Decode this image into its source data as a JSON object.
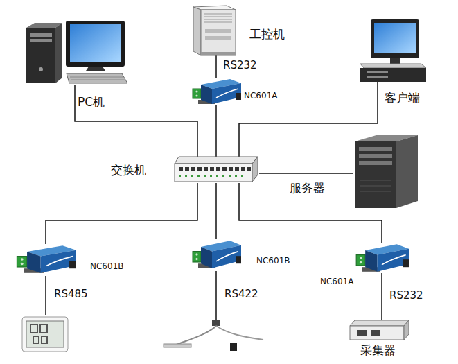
{
  "diagram": {
    "nodes": [
      {
        "text": [
          "PC机"
        ]
      },
      {
        "text": [
          "工控机"
        ]
      },
      {
        "text": [
          "NC601A"
        ]
      },
      {
        "text": [
          "客户端"
        ]
      },
      {
        "text": [
          "交换机"
        ]
      },
      {
        "text": [
          "服务器"
        ]
      },
      {
        "text": [
          "NC601B"
        ]
      },
      {
        "text": [
          "NC601B"
        ]
      },
      {
        "text": [
          "NC601A"
        ]
      },
      {
        "text": [
          "采集器"
        ]
      }
    ],
    "edges": [
      {
        "from": 1,
        "to": 2,
        "arrow": "none",
        "label": "RS232"
      },
      {
        "from": 0,
        "to": 4,
        "arrow": "none"
      },
      {
        "from": 2,
        "to": 4,
        "arrow": "none"
      },
      {
        "from": 3,
        "to": 4,
        "arrow": "none"
      },
      {
        "from": 5,
        "to": 4,
        "arrow": "none"
      },
      {
        "from": 4,
        "to": 6,
        "arrow": "none"
      },
      {
        "from": 4,
        "to": 7,
        "arrow": "none"
      },
      {
        "from": 4,
        "to": 8,
        "arrow": "none"
      },
      {
        "from": 8,
        "to": 9,
        "arrow": "none",
        "label": "RS232"
      }
    ],
    "labels": [
      "RS485",
      "RS422"
    ]
  }
}
